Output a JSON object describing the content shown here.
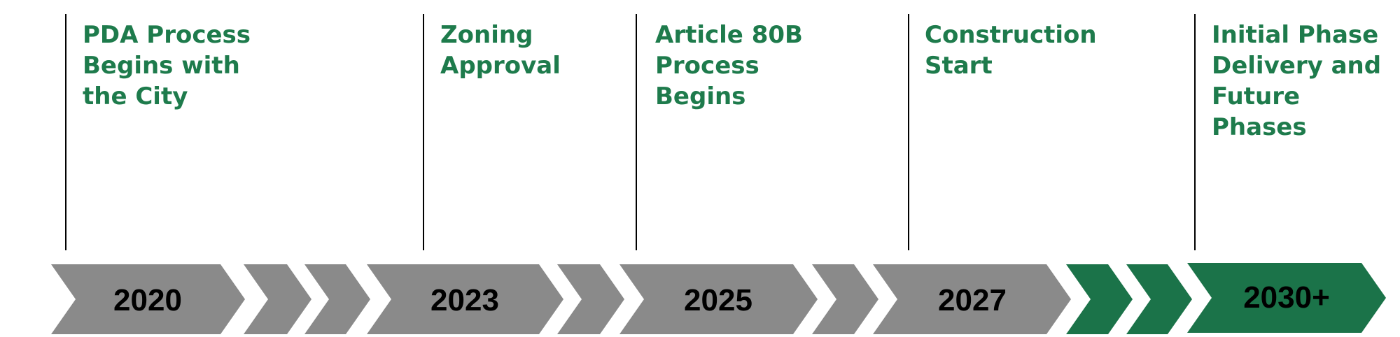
{
  "milestones": [
    {
      "label": "PDA Process\nBegins with\nthe City"
    },
    {
      "label": "Zoning\nApproval"
    },
    {
      "label": "Article 80B\nProcess\nBegins"
    },
    {
      "label": "Construction\nStart"
    },
    {
      "label": "Initial Phase\nDelivery and\nFuture Phases"
    }
  ],
  "years": [
    "2020",
    "2023",
    "2025",
    "2027",
    "2030+"
  ],
  "colors": {
    "label_green": "#1e7b4c",
    "chevron_gray": "#8a8a8a",
    "chevron_green": "#1b7349",
    "line": "#000000"
  }
}
